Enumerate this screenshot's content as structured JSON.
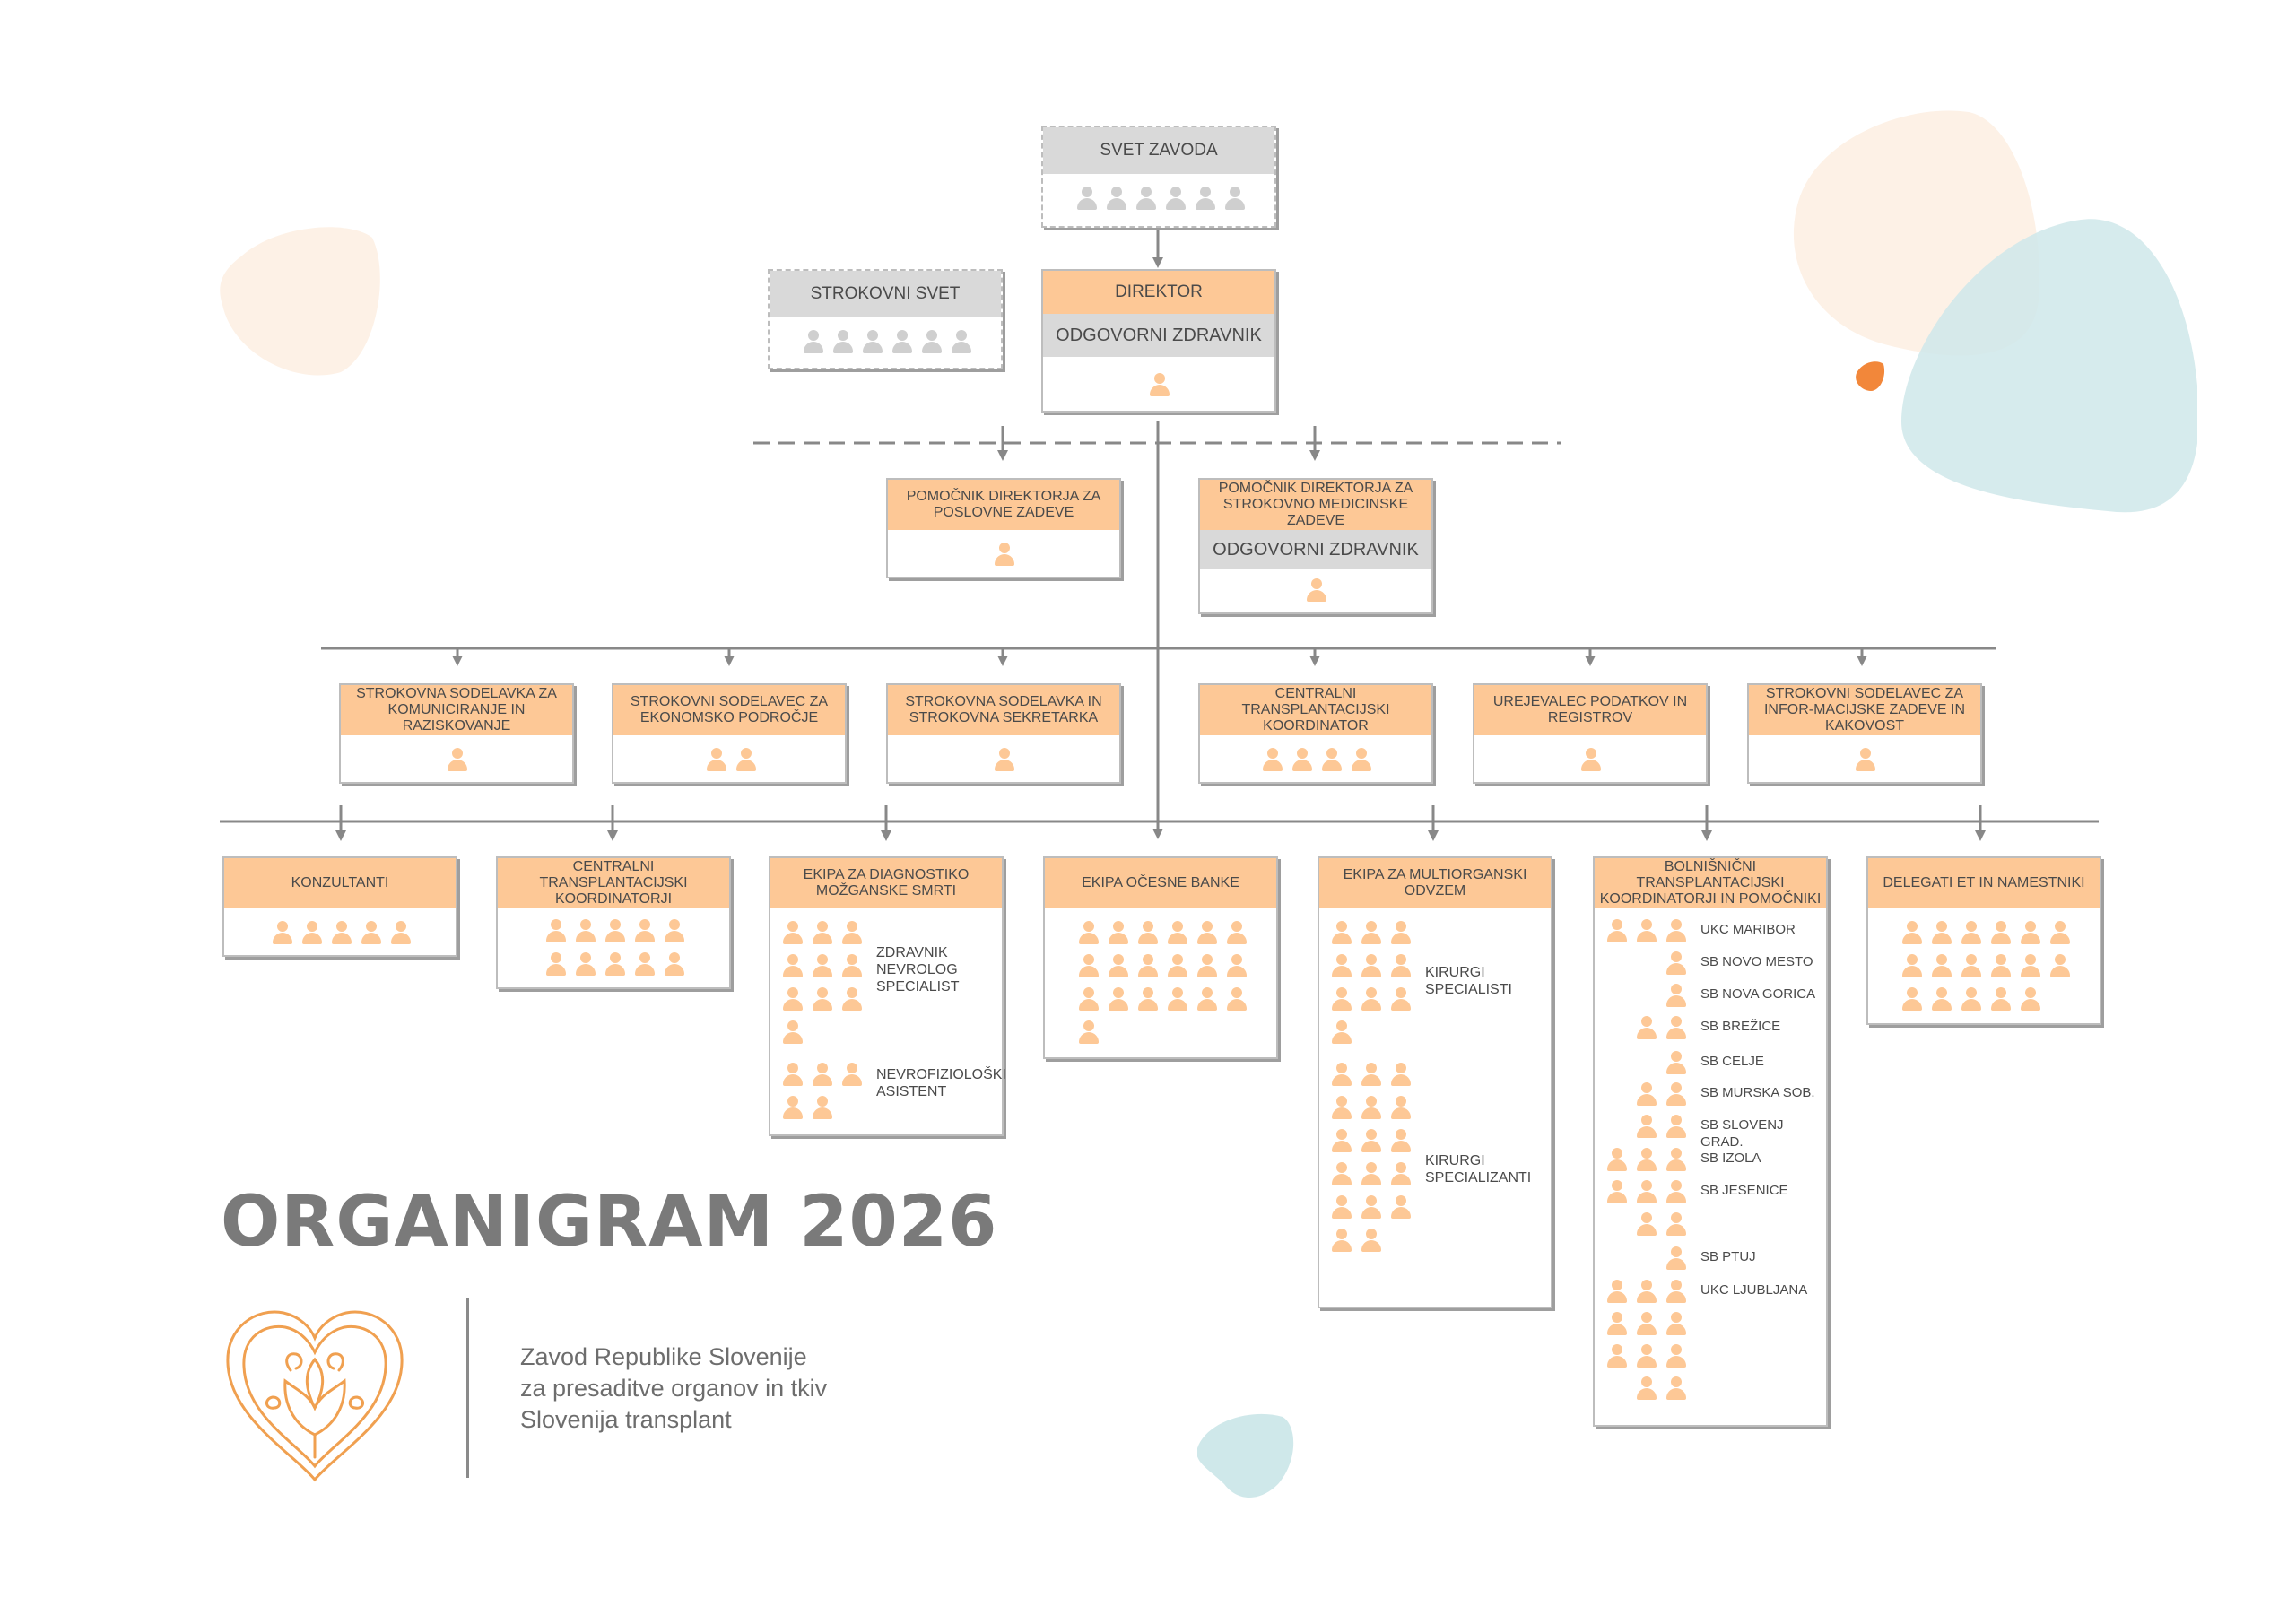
{
  "title": "ORGANIGRAM 2026",
  "organization": {
    "line1": "Zavod Republike Slovenije",
    "line2": "za presaditve organov in tkiv",
    "line3": "Slovenija transplant"
  },
  "icons": {
    "person": "person-icon",
    "logo": "heart-flower-logo"
  },
  "colors": {
    "header_orange": "#fdc896",
    "header_gray": "#d9d9d9",
    "line": "#888888",
    "title": "#7a7a7a"
  },
  "boxes": {
    "svet_zavoda": {
      "header": "SVET ZAVODA",
      "persons": 6
    },
    "strokovni_svet": {
      "header": "STROKOVNI SVET",
      "persons": 6
    },
    "direktor": {
      "header": "DIREKTOR",
      "sub": "ODGOVORNI ZDRAVNIK",
      "persons": 1
    },
    "pomocnik_poslovne": {
      "header": "POMOČNIK DIREKTORJA ZA POSLOVNE ZADEVE",
      "persons": 1
    },
    "pomocnik_medicinske": {
      "header": "POMOČNIK DIREKTORJA ZA STROKOVNO MEDICINSKE ZADEVE",
      "sub": "ODGOVORNI ZDRAVNIK",
      "persons": 1
    },
    "sodelavka_komuniciranje": {
      "header": "STROKOVNA SODELAVKA ZA KOMUNICIRANJE IN RAZISKOVANJE",
      "persons": 1
    },
    "sodelavec_ekonomsko": {
      "header": "STROKOVNI SODELAVEC ZA EKONOMSKO PODROČJE",
      "persons": 2
    },
    "sodelavka_sekretarka": {
      "header": "STROKOVNA SODELAVKA IN STROKOVNA SEKRETARKA",
      "persons": 1
    },
    "centralni_koordinator": {
      "header": "CENTRALNI TRANSPLANTACIJSKI KOORDINATOR",
      "persons": 4
    },
    "urejevalec": {
      "header": "UREJEVALEC PODATKOV IN REGISTROV",
      "persons": 1
    },
    "sodelavec_informacijske": {
      "header": "STROKOVNI SODELAVEC ZA INFOR-MACIJSKE ZADEVE IN KAKOVOST",
      "persons": 1
    },
    "konzultanti": {
      "header": "KONZULTANTI",
      "persons": 5
    },
    "centralni_koordinatorji": {
      "header": "CENTRALNI TRANSPLANTACIJSKI KOORDINATORJI",
      "persons": 10
    },
    "ekipa_mozganske": {
      "header": "EKIPA ZA DIAGNOSTIKO MOŽGANSKE SMRTI",
      "groups": [
        {
          "label": "ZDRAVNIK NEVROLOG SPECIALIST",
          "persons": 10
        },
        {
          "label": "NEVROFIZIOLOŠKI ASISTENT",
          "persons": 5
        }
      ]
    },
    "ekipa_ocesne": {
      "header": "EKIPA OČESNE BANKE",
      "persons": 19
    },
    "ekipa_multiorganski": {
      "header": "EKIPA ZA MULTIORGANSKI ODVZEM",
      "groups": [
        {
          "label": "KIRURGI SPECIALISTI",
          "persons": 10
        },
        {
          "label": "KIRURGI SPECIALIZANTI",
          "persons": 17
        }
      ]
    },
    "bolnisnicni": {
      "header": "BOLNIŠNIČNI TRANSPLANTACIJSKI KOORDINATORJI IN POMOČNIKI",
      "rows": [
        {
          "label": "UKC MARIBOR",
          "persons": 3
        },
        {
          "label": "SB NOVO MESTO",
          "persons": 1
        },
        {
          "label": "SB NOVA GORICA",
          "persons": 1
        },
        {
          "label": "SB BREŽICE",
          "persons": 2
        },
        {
          "label": "SB CELJE",
          "persons": 1
        },
        {
          "label": "SB MURSKA SOB.",
          "persons": 2
        },
        {
          "label": "SB SLOVENJ GRAD.",
          "persons": 2
        },
        {
          "label": "SB IZOLA",
          "persons": 3
        },
        {
          "label": "SB JESENICE",
          "persons": 5
        },
        {
          "label": "SB PTUJ",
          "persons": 1
        },
        {
          "label": "UKC LJUBLJANA",
          "persons": 11
        }
      ]
    },
    "delegati": {
      "header": "DELEGATI ET IN NAMESTNIKI",
      "persons": 17
    }
  }
}
